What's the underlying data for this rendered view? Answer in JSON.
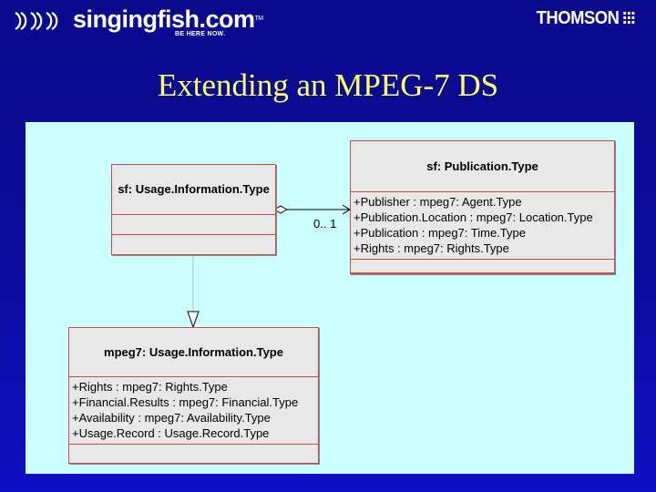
{
  "header": {
    "brand_name": "singingfish.com",
    "brand_tm": "TM",
    "brand_tagline": "BE HERE NOW.",
    "partner_logo": "THOMSON",
    "partner_logo_mark": "thomson-emblem-icon"
  },
  "slide": {
    "title": "Extending an MPEG-7 DS"
  },
  "diagram": {
    "classes": {
      "publication": {
        "name": "sf: Publication.Type",
        "attributes": [
          "+Publisher : mpeg7: Agent.Type",
          "+Publication.Location : mpeg7: Location.Type",
          "+Publication : mpeg7: Time.Type",
          "+Rights : mpeg7: Rights.Type"
        ]
      },
      "sf_usage": {
        "name": "sf: Usage.Information.Type",
        "attributes": []
      },
      "mpeg7_usage": {
        "name": "mpeg7: Usage.Information.Type",
        "attributes": [
          "+Rights : mpeg7: Rights.Type",
          "+Financial.Results : mpeg7: Financial.Type",
          "+Availability : mpeg7: Availability.Type",
          "+Usage.Record : Usage.Record.Type"
        ]
      }
    },
    "relationships": {
      "aggregation_multiplicity": "0.. 1"
    },
    "colors": {
      "background": "#0c0c9e",
      "title": "#ffff66",
      "panel": "#ccffff",
      "class_border": "#c0504d",
      "class_fill": "#e8e8e8"
    }
  }
}
